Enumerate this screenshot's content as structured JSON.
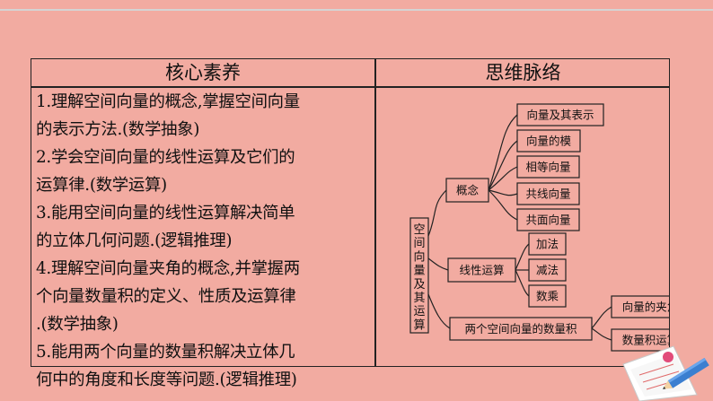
{
  "table": {
    "left_header": "核心素养",
    "right_header": "思维脉络",
    "items": [
      {
        "num": "1",
        "lines": [
          "1.理解空间向量的概念,掌握空间向量",
          "的表示方法.(数学抽象)"
        ]
      },
      {
        "num": "2",
        "lines": [
          "2.学会空间向量的线性运算及它们的",
          "运算律.(数学运算)"
        ]
      },
      {
        "num": "3",
        "lines": [
          "3.能用空间向量的线性运算解决简单",
          "的立体几何问题.(逻辑推理)"
        ]
      },
      {
        "num": "4",
        "lines": [
          "4.理解空间向量夹角的概念,并掌握两",
          "个向量数量积的定义、性质及运算律",
          ".(数学抽象)"
        ]
      },
      {
        "num": "5",
        "lines": [
          "5.能用两个向量的数量积解决立体几",
          "何中的角度和长度等问题.(逻辑推理)"
        ]
      }
    ]
  },
  "mindmap": {
    "root": "空间向量及其运算",
    "branches": [
      {
        "label": "概念",
        "children": [
          "向量及其表示",
          "向量的模",
          "相等向量",
          "共线向量",
          "共面向量"
        ]
      },
      {
        "label": "线性运算",
        "children": [
          "加法",
          "减法",
          "数乘"
        ]
      },
      {
        "label": "两个空间向量的数量积",
        "children": [
          "向量的夹角",
          "数量积运算"
        ]
      }
    ]
  },
  "colors": {
    "background": "#f2aba1",
    "border": "#222222"
  }
}
